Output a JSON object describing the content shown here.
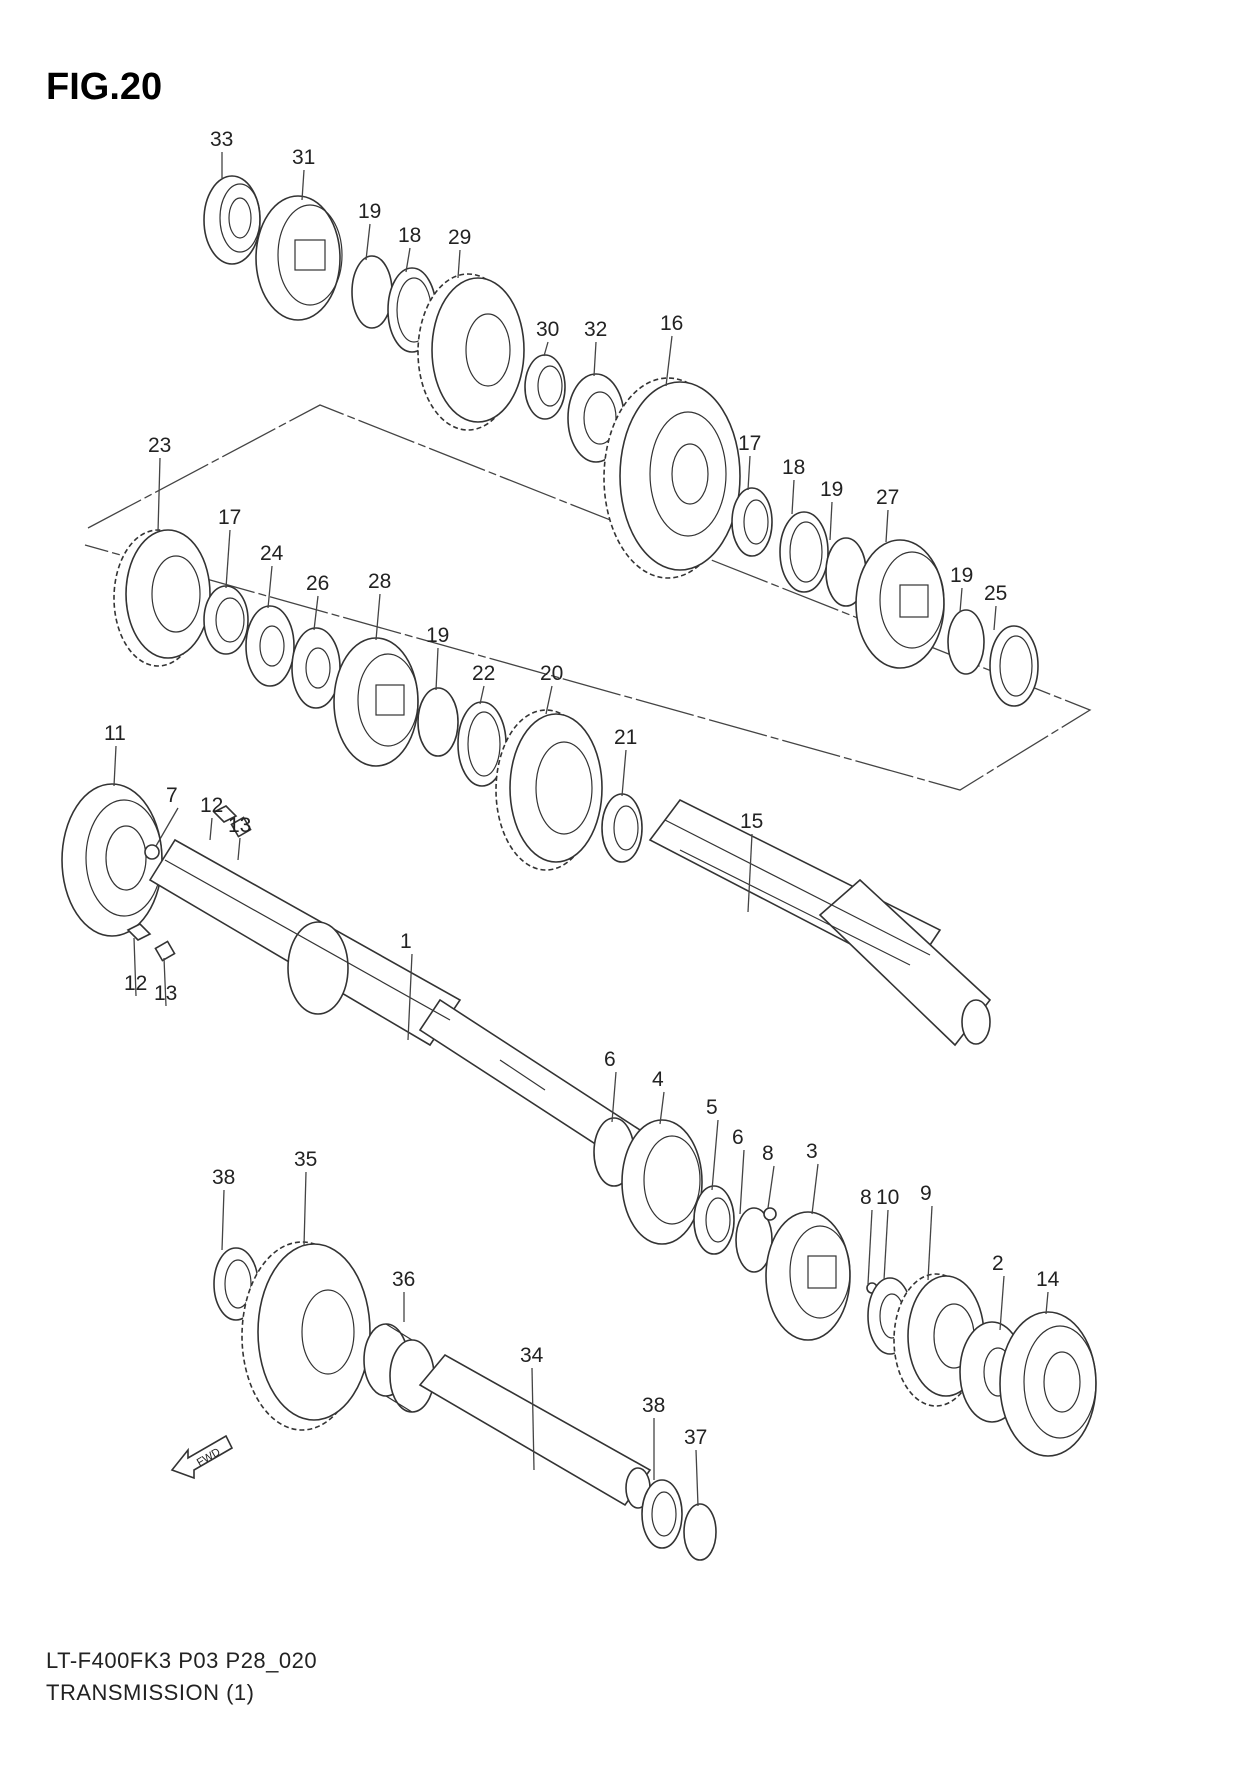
{
  "figure": {
    "title": "FIG.20",
    "model_code": "LT-F400FK3 P03 P28_020",
    "name": "TRANSMISSION (1)"
  },
  "fwd_label": "FWD",
  "callouts": [
    "1",
    "2",
    "3",
    "4",
    "5",
    "6",
    "6",
    "7",
    "8",
    "8",
    "9",
    "10",
    "11",
    "12",
    "12",
    "13",
    "13",
    "14",
    "15",
    "16",
    "17",
    "17",
    "18",
    "18",
    "19",
    "19",
    "19",
    "19",
    "20",
    "21",
    "22",
    "23",
    "24",
    "25",
    "26",
    "27",
    "28",
    "29",
    "30",
    "31",
    "32",
    "33",
    "34",
    "35",
    "36",
    "37",
    "38",
    "38"
  ]
}
